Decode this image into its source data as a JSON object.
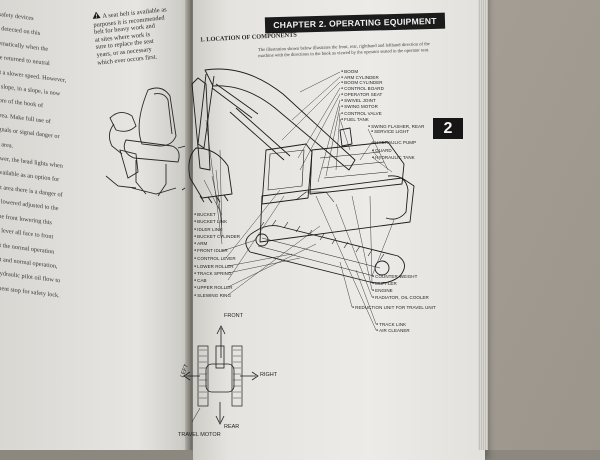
{
  "left_page": {
    "text_lines": [
      "of safety devices",
      "...y detected on this",
      "...tematically when the",
      "...be returned to neutral",
      "...at a slower speed. However,",
      "...a slope, in a slope, is now",
      "...fore of the book of",
      "...area. Make full use of",
      "...ignals or signal danger or",
      "...n area.",
      "...ower, the head lights when",
      "...available as an option for",
      "...ilt area there is a danger of",
      "...e lowered adjusted to the",
      "...the front lowering this",
      "...n lever all face to front",
      "...at the normal operation",
      "...nt and normal operation,",
      "...hydraulic pilot oil flow to",
      "...ment stop for safety lock."
    ],
    "warning_lines": [
      "A seat belt is available as",
      "purposes it is recommended",
      "belt for heavy work and",
      "at sites where work is",
      "sure to replace the seat",
      "years, or as necessary",
      "which ever occurs first."
    ]
  },
  "right_page": {
    "chapter_header": "CHAPTER 2. OPERATING EQUIPMENT",
    "section_title": "1. LOCATION OF COMPONENTS",
    "section_desc": "The illustration shown below illustrates the front, rear, rightband and lefthand direction of the machine with the directions in the book as viewed by the operator seated in the operator seat.",
    "chapter_tab": "2",
    "labels_right": [
      "BOOM",
      "ARM CYLINDER",
      "BOOM CYLINDER",
      "CONTROL BOARD",
      "OPERATOR SEAT",
      "SWIVEL JOINT",
      "SWING MOTOR",
      "CONTROL VALVE",
      "FUEL TANK",
      "SWING FLASHER, REAR",
      "SERVICE LIGHT",
      "HYDRAULIC PUMP",
      "GUARD",
      "HYDRAULIC TANK"
    ],
    "labels_left": [
      "BUCKET",
      "BUCKET LINK",
      "IDLER LINK",
      "BUCKET CYLINDER",
      "ARM",
      "FRONT IDLER",
      "CONTROL LEVER",
      "LOWER ROLLER",
      "TRACK SPRING",
      "CAB",
      "UPPER ROLLER",
      "SLEWING RING"
    ],
    "labels_bottom": [
      "COUNTER WEIGHT",
      "MUFFLER",
      "ENGINE",
      "RADIATOR, OIL COOLER",
      "REDUCTION UNIT FOR TRAVEL UNIT",
      "TRACK LINK",
      "AIR CLEANER"
    ],
    "directions": {
      "front": "FRONT",
      "left": "LEFT",
      "right": "RIGHT",
      "rear": "REAR",
      "travel_motor": "TRAVEL MOTOR"
    }
  }
}
